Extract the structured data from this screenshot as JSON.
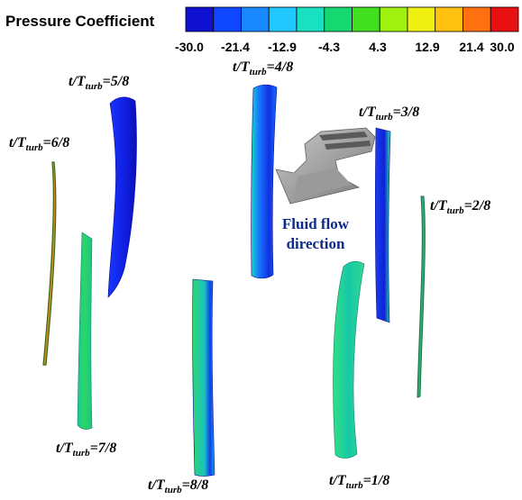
{
  "legend": {
    "title": "Pressure Coefficient",
    "colors": [
      "#1010d0",
      "#0f46ff",
      "#1888ff",
      "#20c8ff",
      "#18e0c0",
      "#16d870",
      "#40e020",
      "#a0f010",
      "#f0f010",
      "#ffc010",
      "#ff7010",
      "#e81010"
    ],
    "ticks": [
      "-30.0",
      "-21.4",
      "-12.9",
      "-4.3",
      "4.3",
      "12.9",
      "21.4",
      "30.0"
    ]
  },
  "labels": {
    "t58": {
      "pre": "t/T",
      "sub": "turb",
      "post": "=5/8"
    },
    "t48": {
      "pre": "t/T",
      "sub": "turb",
      "post": "=4/8"
    },
    "t38": {
      "pre": "t/T",
      "sub": "turb",
      "post": "=3/8"
    },
    "t68": {
      "pre": "t/T",
      "sub": "turb",
      "post": "=6/8"
    },
    "t28": {
      "pre": "t/T",
      "sub": "turb",
      "post": "=2/8"
    },
    "t78": {
      "pre": "t/T",
      "sub": "turb",
      "post": "=7/8"
    },
    "t88": {
      "pre": "t/T",
      "sub": "turb",
      "post": "=8/8"
    },
    "t18": {
      "pre": "t/T",
      "sub": "turb",
      "post": "=1/8"
    }
  },
  "flow": {
    "line1": "Fluid flow",
    "line2": "direction"
  }
}
